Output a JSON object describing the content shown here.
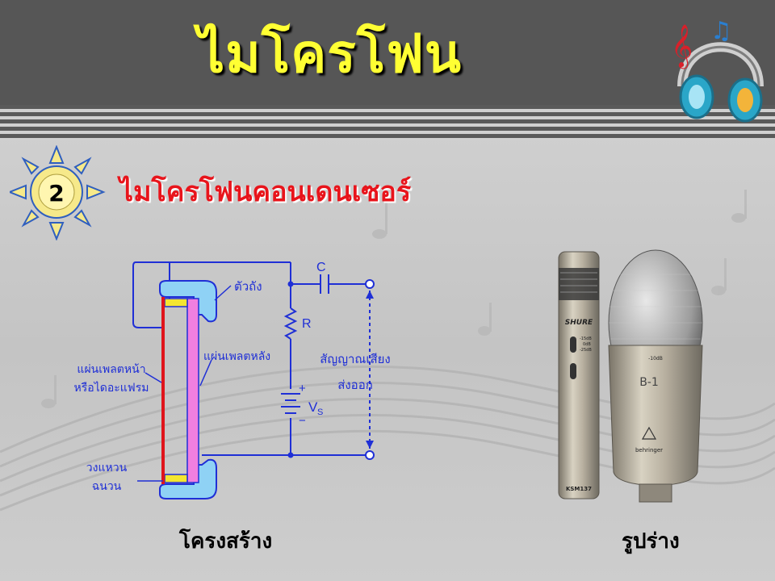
{
  "slide": {
    "title": "ไมโครโฟน",
    "section_number": "2",
    "subtitle": "ไมโครโฟนคอนเดนเซอร์",
    "left_caption": "โครงสร้าง",
    "right_caption": "รูปร่าง"
  },
  "diagram": {
    "support_label": "ตัวถัง",
    "capacitor_label": "C",
    "resistor_label": "R",
    "back_plate_label": "แผ่นเพลตหลัง",
    "front_plate_label_1": "แผ่นเพลตหน้า",
    "front_plate_label_2": "หรือไดอะแฟรม",
    "signal_label_1": "สัญญาณเสียง",
    "signal_label_2": "ส่งออก",
    "battery_plus": "+",
    "battery_minus": "−",
    "battery_label": "V",
    "battery_subscript": "S",
    "ring_label_1": "วงแหวน",
    "ring_label_2": "ฉนวน"
  },
  "photo": {
    "brand_left": "SHURE",
    "pad_1": "-15dB",
    "pad_2": "0dB",
    "pad_3": "-25dB",
    "model_left": "KSM137",
    "model_right": "B-1",
    "brand_right": "behringer",
    "pad_right": "-10dB"
  },
  "colors": {
    "title": "#ffff33",
    "subtitle": "#e8141b",
    "diagram_blue": "#1f2fd6",
    "diaphragm_red": "#e0141b",
    "back_plate_pink": "#f07fe0",
    "insulator_yellow": "#f4e630",
    "support_blue": "#8fd2f5"
  }
}
